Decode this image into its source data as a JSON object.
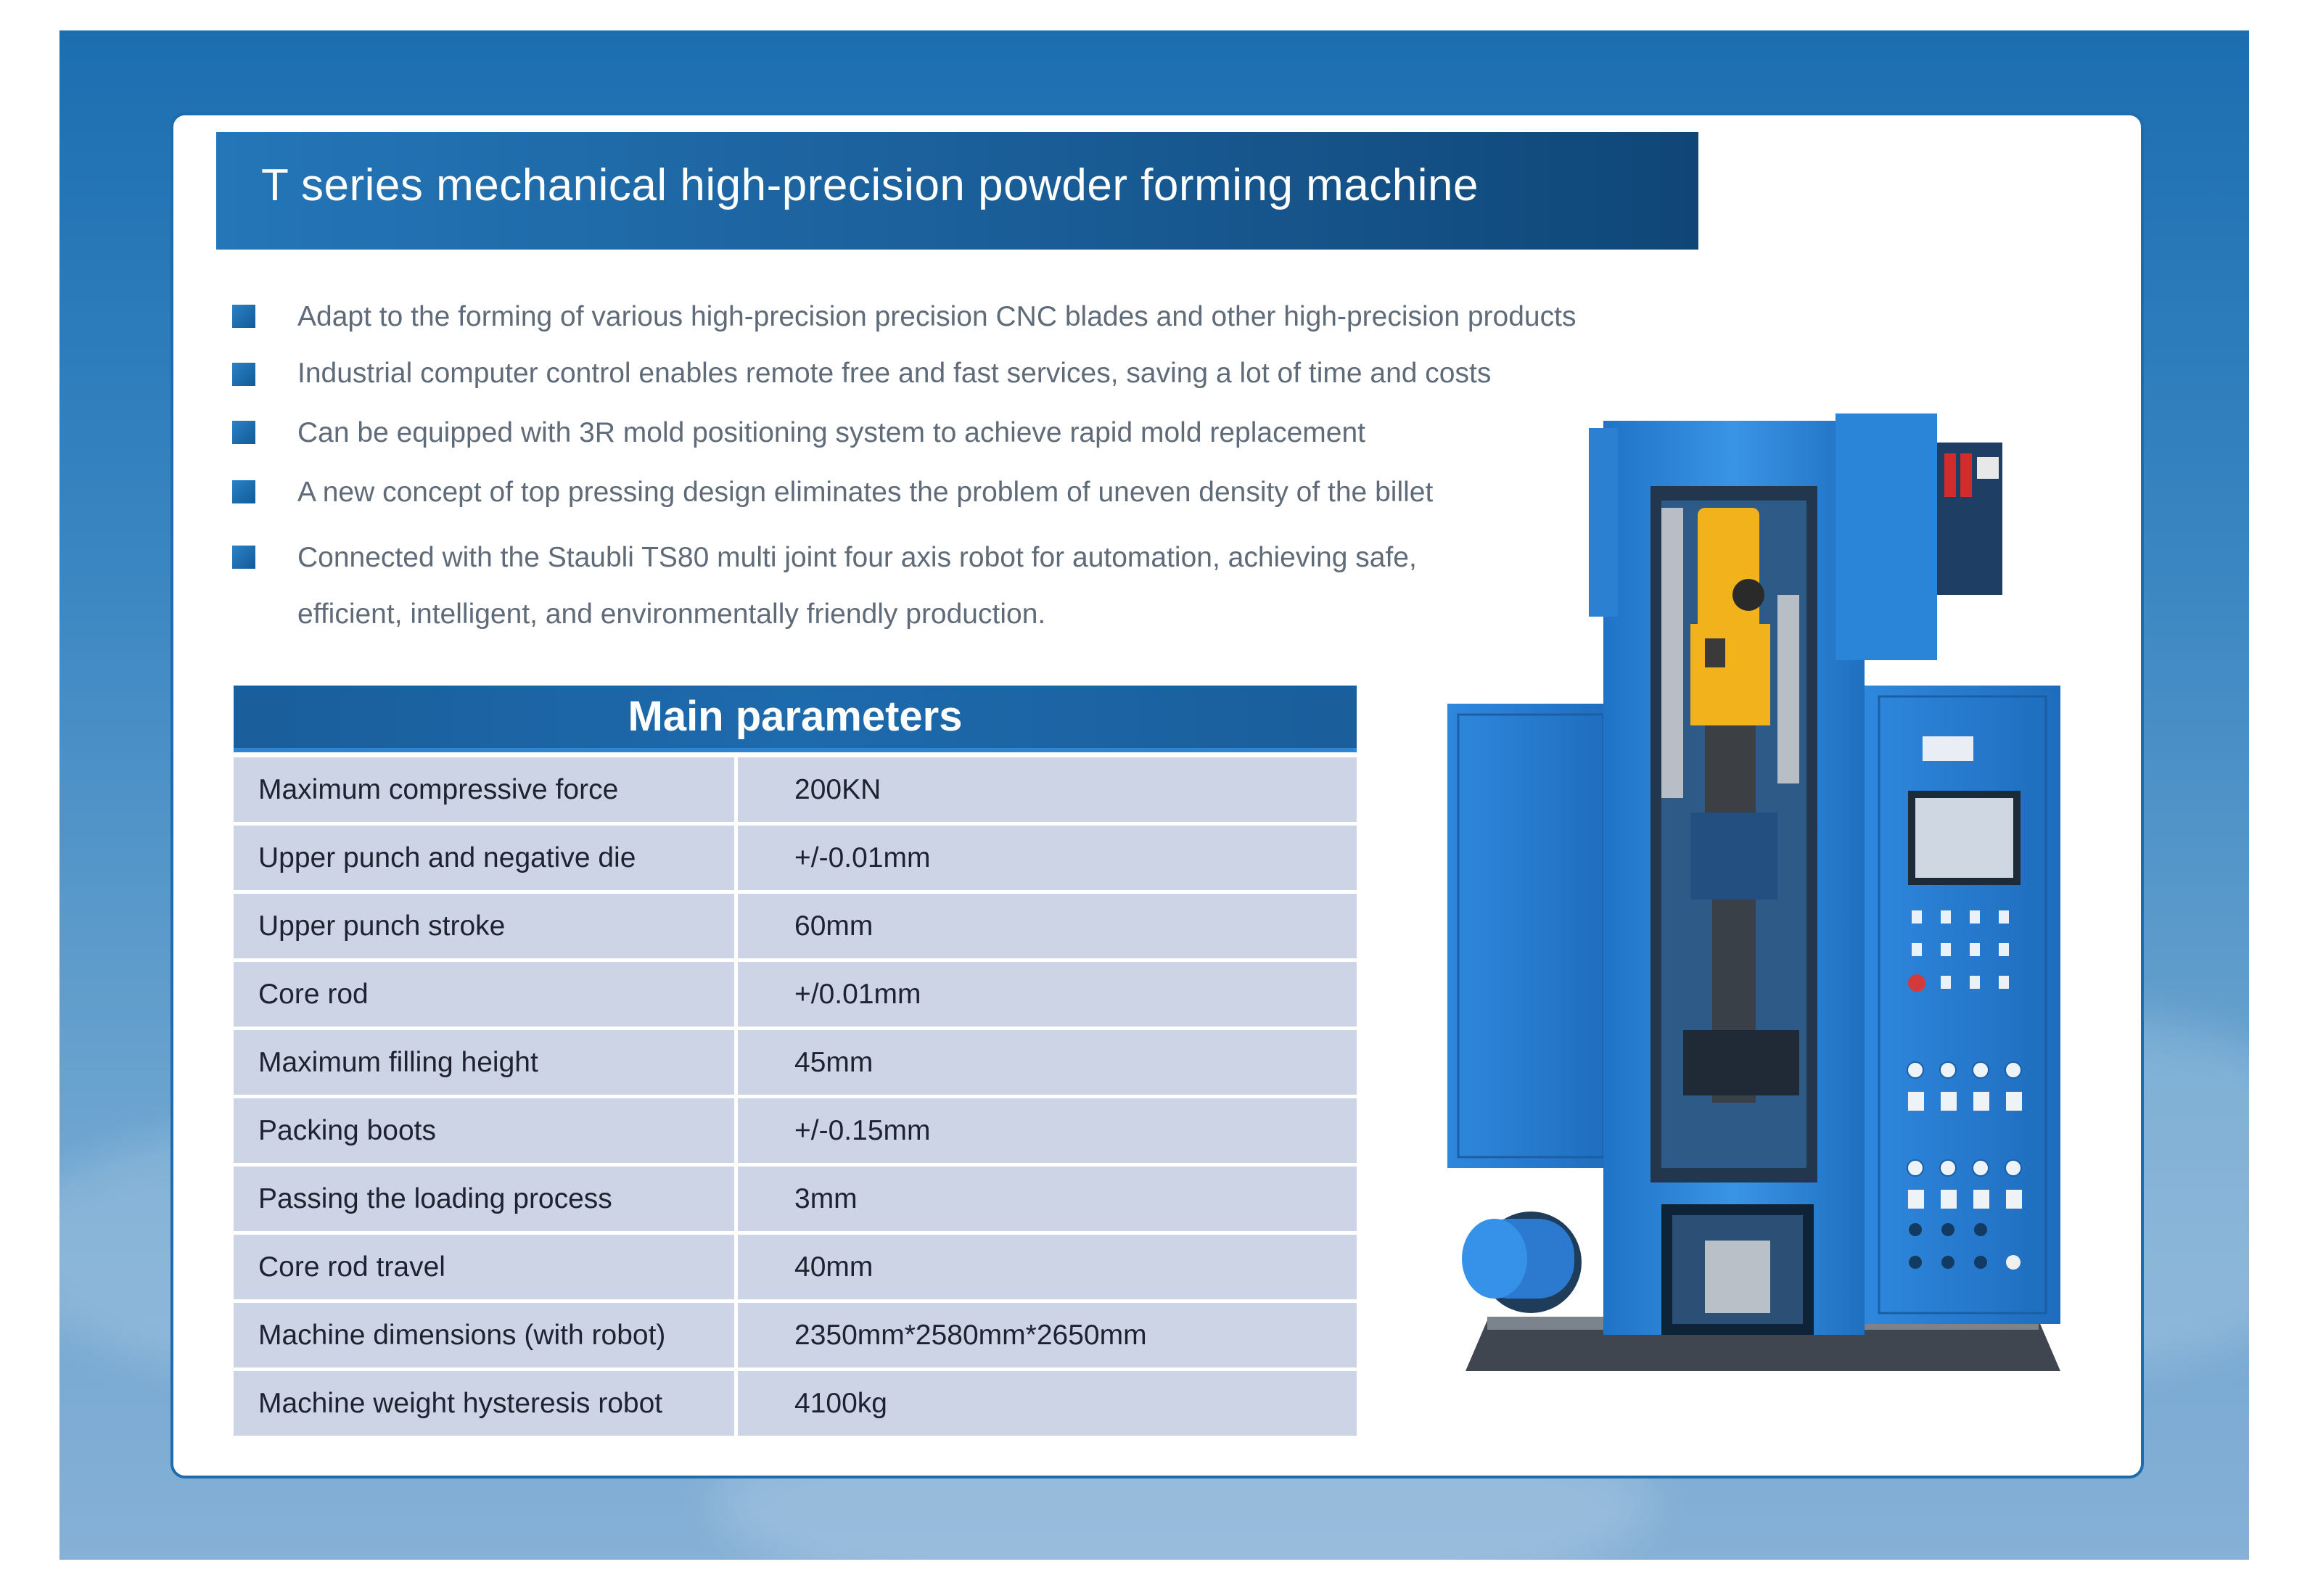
{
  "title": "T series mechanical high-precision powder forming machine",
  "features": [
    "Adapt to the forming of various high-precision precision CNC blades and other high-precision products",
    "Industrial computer control enables remote free and fast services, saving a lot of time and costs",
    "Can be equipped with 3R mold positioning system to achieve rapid mold replacement",
    "A new concept of top pressing design eliminates the problem of uneven density of the billet",
    "Connected with the Staubli TS80 multi joint four axis robot for automation, achieving safe,",
    "efficient, intelligent, and environmentally friendly production."
  ],
  "params_title": "Main parameters",
  "parameters": [
    {
      "name": "Maximum compressive force",
      "value": "200KN"
    },
    {
      "name": "Upper punch and negative die",
      "value": "+/-0.01mm"
    },
    {
      "name": "Upper punch stroke",
      "value": "60mm"
    },
    {
      "name": "Core rod",
      "value": "+/0.01mm"
    },
    {
      "name": "Maximum filling height",
      "value": "45mm"
    },
    {
      "name": "Packing boots",
      "value": "+/-0.15mm"
    },
    {
      "name": "Passing the loading process",
      "value": "3mm"
    },
    {
      "name": "Core rod travel",
      "value": "40mm"
    },
    {
      "name": "Machine dimensions (with robot)",
      "value": "2350mm*2580mm*2650mm"
    },
    {
      "name": "Machine weight hysteresis robot",
      "value": "4100kg"
    }
  ],
  "colors": {
    "accent_blue": "#1a5e9b",
    "table_cell": "#cdd4e6",
    "machine_blue": "#2a86dd",
    "machine_yellow": "#f2b21b"
  }
}
